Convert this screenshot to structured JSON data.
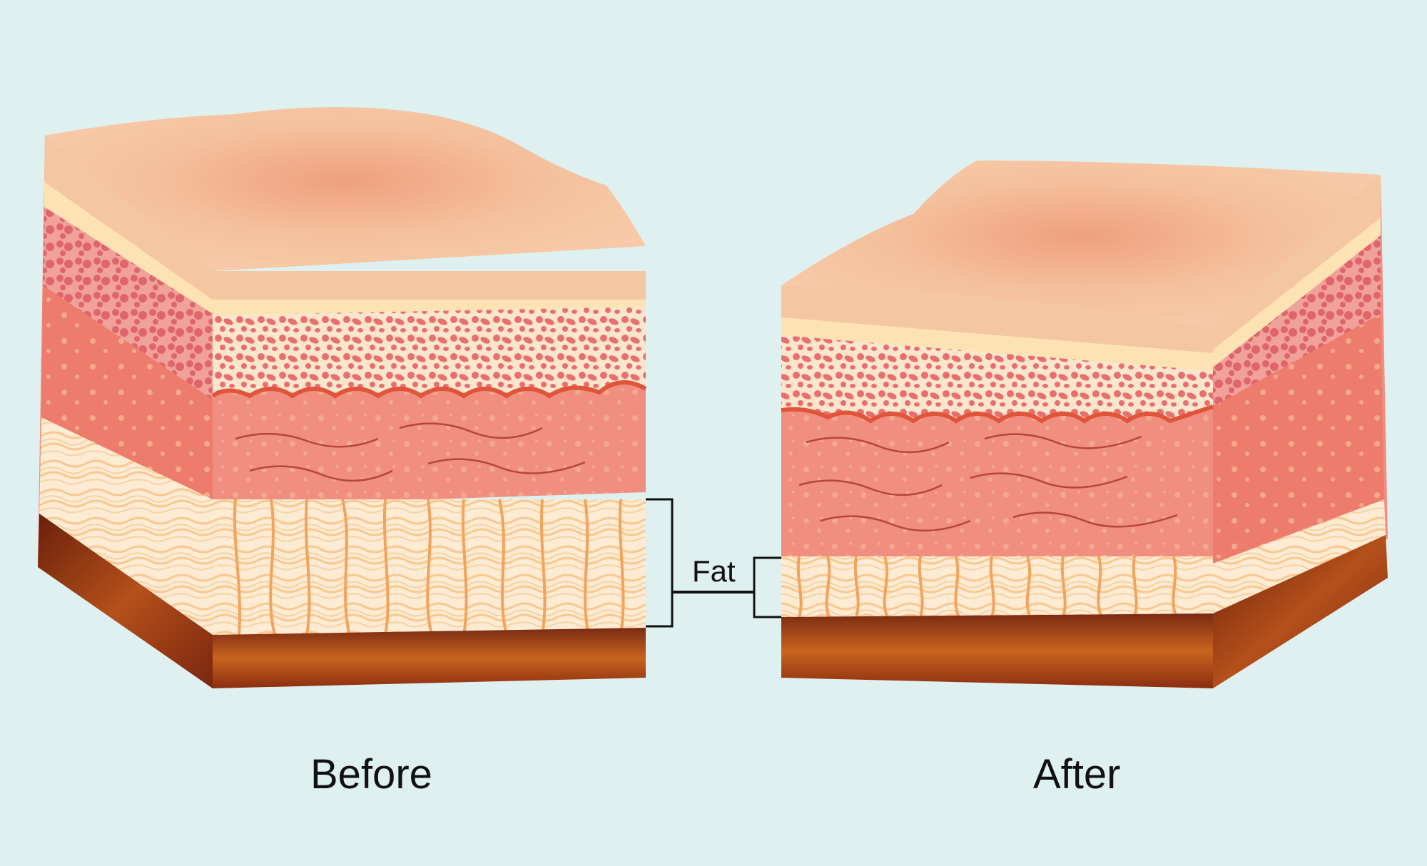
{
  "labels": {
    "before": "Before",
    "after": "After",
    "fat": "Fat"
  },
  "colors": {
    "background": "#dff0f1",
    "epidermis_top": "#f5c6a2",
    "epidermis_band": "#fde2b4",
    "dermis_pink": "#f08e80",
    "dermis_spots": "#e96e6e",
    "dermis_base": "#fae6cc",
    "fat_base": "#fdebd3",
    "fat_fibers": "#f2a35c",
    "muscle": "#a33a16"
  }
}
